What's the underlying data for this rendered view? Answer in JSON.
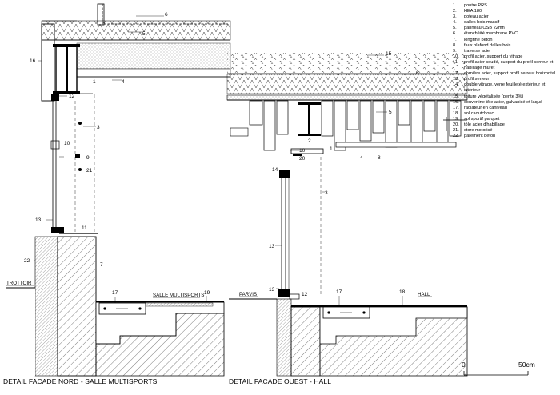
{
  "legend": [
    {
      "n": "1.",
      "t": "poutre PRS"
    },
    {
      "n": "2.",
      "t": "HEA 180"
    },
    {
      "n": "3.",
      "t": "poteau acier"
    },
    {
      "n": "4.",
      "t": "dalles bois massif"
    },
    {
      "n": "5.",
      "t": "panneau OSB 22mn"
    },
    {
      "n": "6.",
      "t": "étanchéité membrane PVC"
    },
    {
      "n": "7.",
      "t": "longrine béton"
    },
    {
      "n": "8.",
      "t": "faux plafond dalles bois"
    },
    {
      "n": "9.",
      "t": "traverse acier"
    },
    {
      "n": "10.",
      "t": "profil acier, support du vitrage"
    },
    {
      "n": "11.",
      "t": "profil acier soudé, support du profil serreur et habillage muret"
    },
    {
      "n": "12.",
      "t": "cornière acier, support profil serreur horizontal"
    },
    {
      "n": "13.",
      "t": "profil serreur"
    },
    {
      "n": "14.",
      "t": "double vitrage, verre feuilleté extérieur et intérieur"
    },
    {
      "n": "15.",
      "t": "toiture végétalisée (pente 3%)"
    },
    {
      "n": "16.",
      "t": "couvertine tôle acier, galvanisé et laqué"
    },
    {
      "n": "17.",
      "t": "radiateur en caniveau"
    },
    {
      "n": "18.",
      "t": "sol caoutchouc"
    },
    {
      "n": "19.",
      "t": "sol sportif parquet"
    },
    {
      "n": "20.",
      "t": "tôle acier d'habillage"
    },
    {
      "n": "21.",
      "t": "store motorisé"
    },
    {
      "n": "22.",
      "t": "parement béton"
    }
  ],
  "left_detail": {
    "caption": "DETAIL FACADE NORD - SALLE MULTISPORTS",
    "label_outside": "TROTTOIR",
    "label_inside": "SALLE MULTISPORTS",
    "callouts": [
      "6",
      "5",
      "16",
      "1",
      "4",
      "12",
      "3",
      "10",
      "9",
      "21",
      "13",
      "11",
      "22",
      "7",
      "17",
      "19"
    ]
  },
  "right_detail": {
    "caption": "DETAIL FACADE OUEST - HALL",
    "label_outside": "PARVIS",
    "label_inside": "HALL",
    "callouts": [
      "15",
      "6",
      "5",
      "2",
      "10",
      "1",
      "4",
      "8",
      "14",
      "20",
      "3",
      "13",
      "12",
      "17",
      "18"
    ]
  },
  "scale": {
    "start": "0",
    "end": "50cm"
  }
}
